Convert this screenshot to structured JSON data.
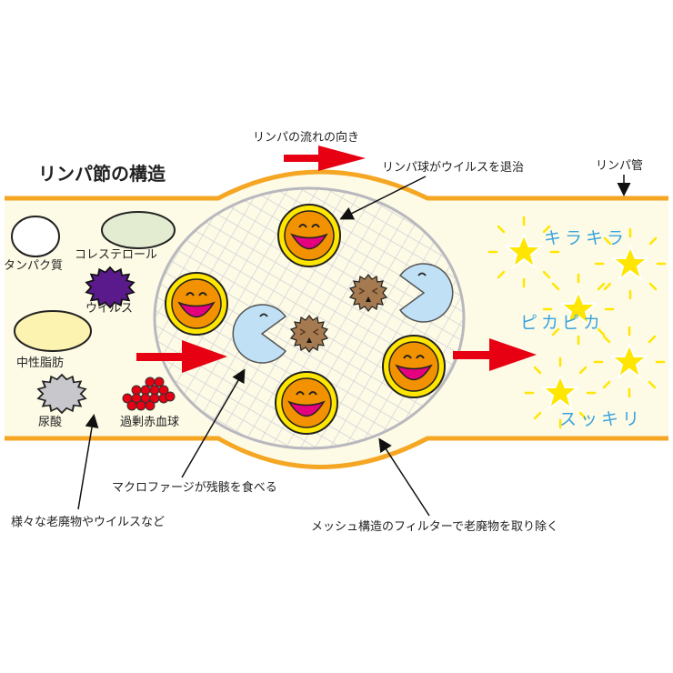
{
  "title": "リンパ節の構造",
  "labels": {
    "flow_direction": "リンパの流れの向き",
    "lymphocyte_action": "リンパ球がウイルスを退治",
    "lymph_vessel": "リンパ管",
    "macrophage_action": "マクロファージが残骸を食べる",
    "waste_items": "様々な老廃物やウイルスなど",
    "mesh_filter": "メッシュ構造のフィルターで老廃物を取り除く"
  },
  "waste": [
    {
      "name": "タンパク質",
      "shape": "white-oval"
    },
    {
      "name": "コレステロール",
      "shape": "green-oval"
    },
    {
      "name": "ウイルス",
      "shape": "purple-spiky"
    },
    {
      "name": "中性脂肪",
      "shape": "yellow-oval"
    },
    {
      "name": "尿酸",
      "shape": "gray-spiky"
    },
    {
      "name": "過剰赤血球",
      "shape": "red-cluster"
    }
  ],
  "result_words": [
    "キラキラ",
    "ピカピカ",
    "スッキリ"
  ],
  "colors": {
    "vessel_outline": "#f5a623",
    "vessel_fill": "#fdfbe6",
    "arrow": "#e60012",
    "lymphocyte_ring": "#ffe600",
    "lymphocyte_face": "#f39200",
    "lymphocyte_mouth": "#e4007f",
    "macrophage": "#bfe0f5",
    "debris": "#a57a50",
    "star": "#ffe600",
    "sparkle_text": "#3aa3dc"
  }
}
